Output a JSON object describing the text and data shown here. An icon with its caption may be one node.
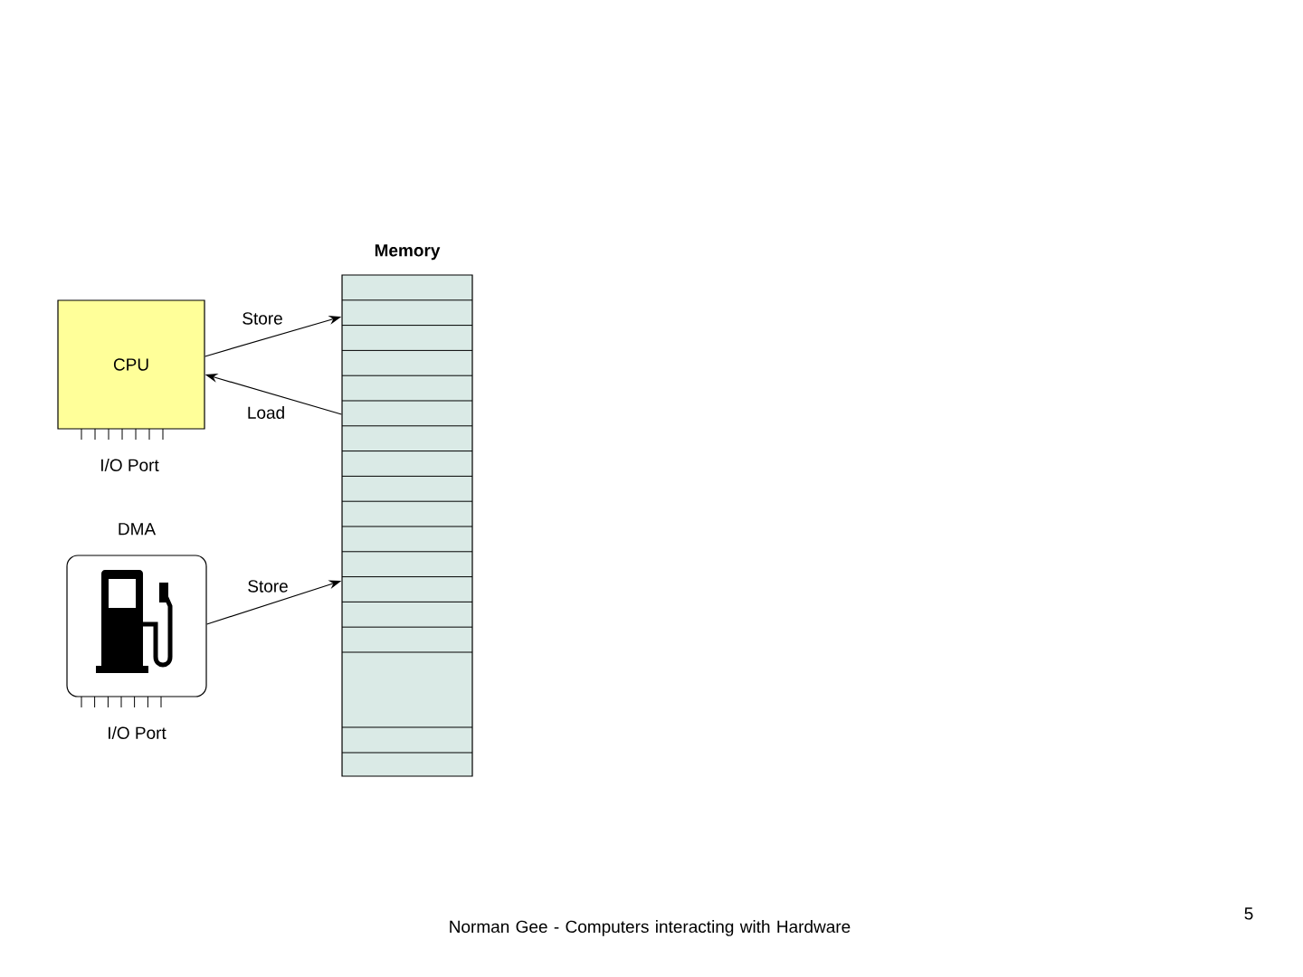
{
  "diagram": {
    "caption": "Norman Gee - Computers interacting with Hardware",
    "nodes": [
      {
        "text": [
          "CPU"
        ],
        "beside": [
          "I/O Port"
        ]
      },
      {
        "text": [
          "DMA"
        ],
        "beside": [
          "I/O Port"
        ]
      },
      {
        "text": [
          "Memory"
        ]
      }
    ],
    "edges": [
      {
        "from": 0,
        "to": 2,
        "arrow": "to",
        "label": "Store"
      },
      {
        "from": 2,
        "to": 0,
        "arrow": "to",
        "label": "Load"
      },
      {
        "from": 1,
        "to": 2,
        "arrow": "to",
        "label": "Store"
      }
    ],
    "labels": [
      "5"
    ]
  }
}
